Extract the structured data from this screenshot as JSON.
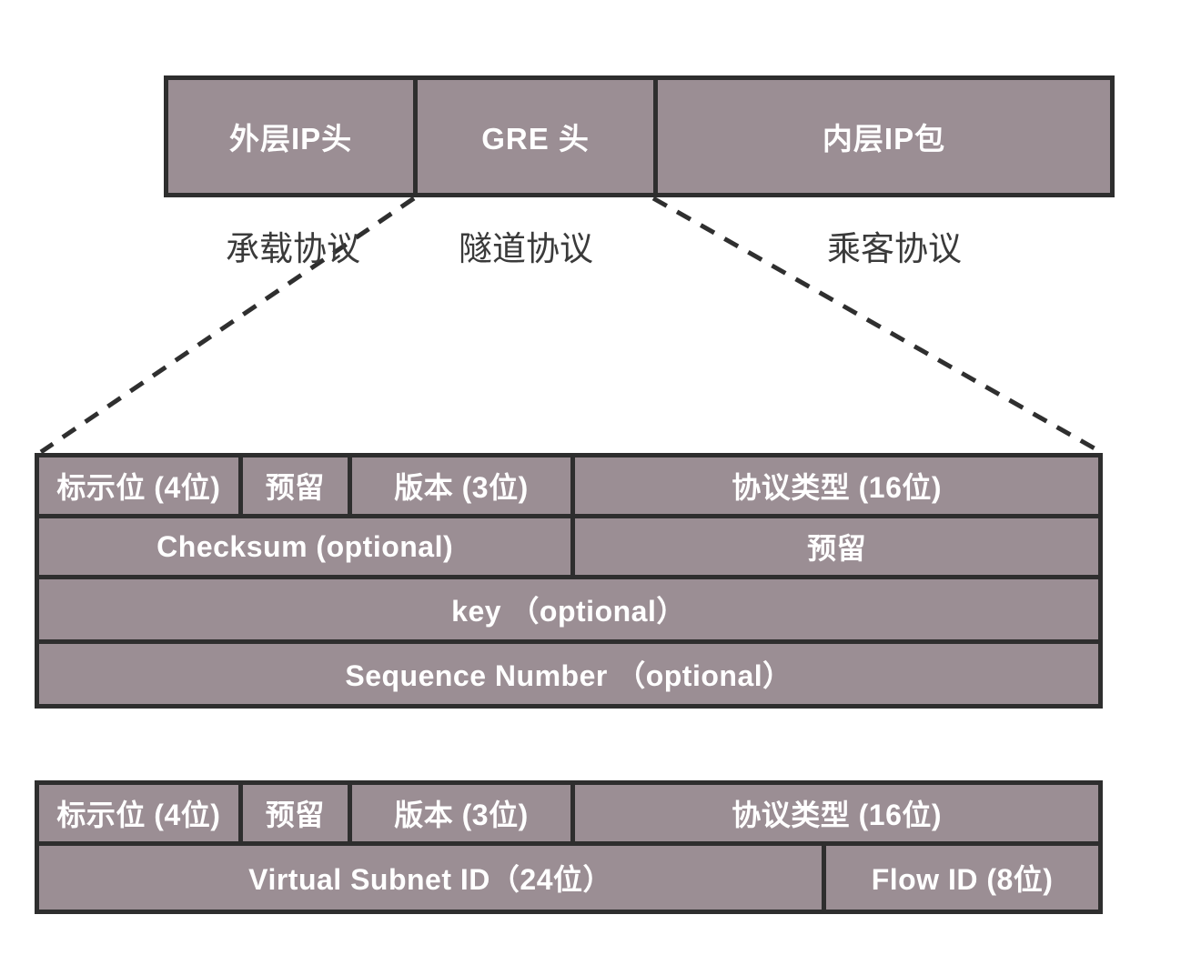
{
  "colors": {
    "box_fill": "#9b8e94",
    "box_border": "#2e2e2e",
    "label_text": "#3a3a3a",
    "cell_text": "#ffffff"
  },
  "encapsulation_row": {
    "boxes": [
      {
        "label": "外层IP头"
      },
      {
        "label": "GRE 头"
      },
      {
        "label": "内层IP包"
      }
    ]
  },
  "protocol_labels": [
    {
      "label": "承载协议"
    },
    {
      "label": "隧道协议"
    },
    {
      "label": "乘客协议"
    }
  ],
  "gre_header_table": {
    "row1": {
      "flags": "标示位 (4位)",
      "reserved": "预留",
      "version": "版本 (3位)",
      "protocol_type": "协议类型 (16位)"
    },
    "row2": {
      "checksum": "Checksum (optional)",
      "reserved": "预留"
    },
    "row3": {
      "key": "key （optional）"
    },
    "row4": {
      "sequence_number": "Sequence Number （optional）"
    }
  },
  "nvgre_header_table": {
    "row1": {
      "flags": "标示位 (4位)",
      "reserved": "预留",
      "version": "版本 (3位)",
      "protocol_type": "协议类型 (16位)"
    },
    "row2": {
      "virtual_subnet_id": "Virtual Subnet ID（24位）",
      "flow_id": "Flow ID (8位)"
    }
  }
}
